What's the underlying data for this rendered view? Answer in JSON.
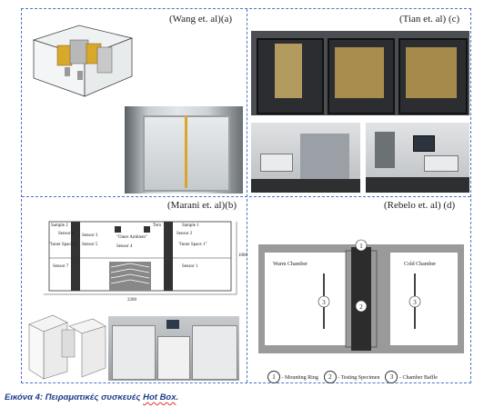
{
  "panels": {
    "a": {
      "label": "(Wang    et. al)(a)"
    },
    "c": {
      "label": "(Tian et. al) (c)"
    },
    "b": {
      "label": "(Marani et. al)(b)",
      "diagram": {
        "sample2": "Sample 2",
        "sensor6": "Sensor 6",
        "inner_space2": "\"Inner Space 2\"",
        "sensor7": "Sensor 7",
        "sensor3": "Sensor 3",
        "sensor4": "Sensor 4",
        "outer_ambient": "\"Outer Ambient\"",
        "sensor5": "Sensor 5",
        "tero": "Tero",
        "sample1": "Sample 1",
        "sensor2": "Sensor 2",
        "inner_space1": "\"Inner Space 1\"",
        "sensor1": "Sensor 1",
        "width": "2200",
        "height": "1000"
      }
    },
    "d": {
      "label": "(Rebelo et. al) (d)",
      "warm": "Warm Chamber",
      "cold": "Cold Chamber",
      "legend": [
        {
          "num": "1",
          "text": "- Mounting Ring"
        },
        {
          "num": "2",
          "text": "- Testing Specimen"
        },
        {
          "num": "3",
          "text": "- Chamber Baffle"
        }
      ]
    }
  },
  "caption": {
    "prefix": "Εικόνα 4: Πειραματικές συσκευές ",
    "hotbox": "Hot Box",
    "suffix": "."
  }
}
